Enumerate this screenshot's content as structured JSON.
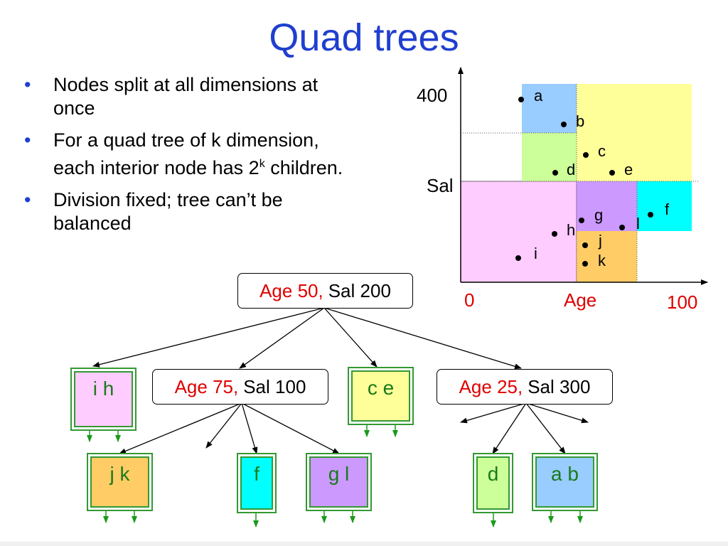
{
  "title": "Quad trees",
  "bullets": [
    {
      "text": "Nodes split at all dimensions at once"
    },
    {
      "text": "For a quad tree of k dimension, each interior node has 2",
      "sup": "k",
      "tail": " children."
    },
    {
      "text": "Division fixed; tree can’t be balanced"
    }
  ],
  "plot": {
    "y_tick_top": "400",
    "y_label": "Sal",
    "x_origin": "0",
    "x_label": "Age",
    "x_tick_right": "100",
    "points": [
      "a",
      "b",
      "c",
      "d",
      "e",
      "f",
      "g",
      "h",
      "i",
      "j",
      "k",
      "l"
    ],
    "colors": {
      "blue": "#99ccff",
      "yellow": "#ffff99",
      "green": "#ccff99",
      "pink": "#ffccff",
      "purple": "#cc99ff",
      "cyan": "#00ffff",
      "orange": "#ffcc66"
    }
  },
  "tree": {
    "root": {
      "age": "Age 50,",
      "sal": "Sal 200"
    },
    "mid_left": {
      "age": "Age 75,",
      "sal": "Sal 100"
    },
    "mid_right": {
      "age": "Age 25,",
      "sal": "Sal 300"
    },
    "leaves": {
      "ih": "i  h",
      "ce": "c  e",
      "jk": "j  k",
      "f": "f",
      "gl": "g  l",
      "d": "d",
      "ab": "a  b"
    }
  }
}
